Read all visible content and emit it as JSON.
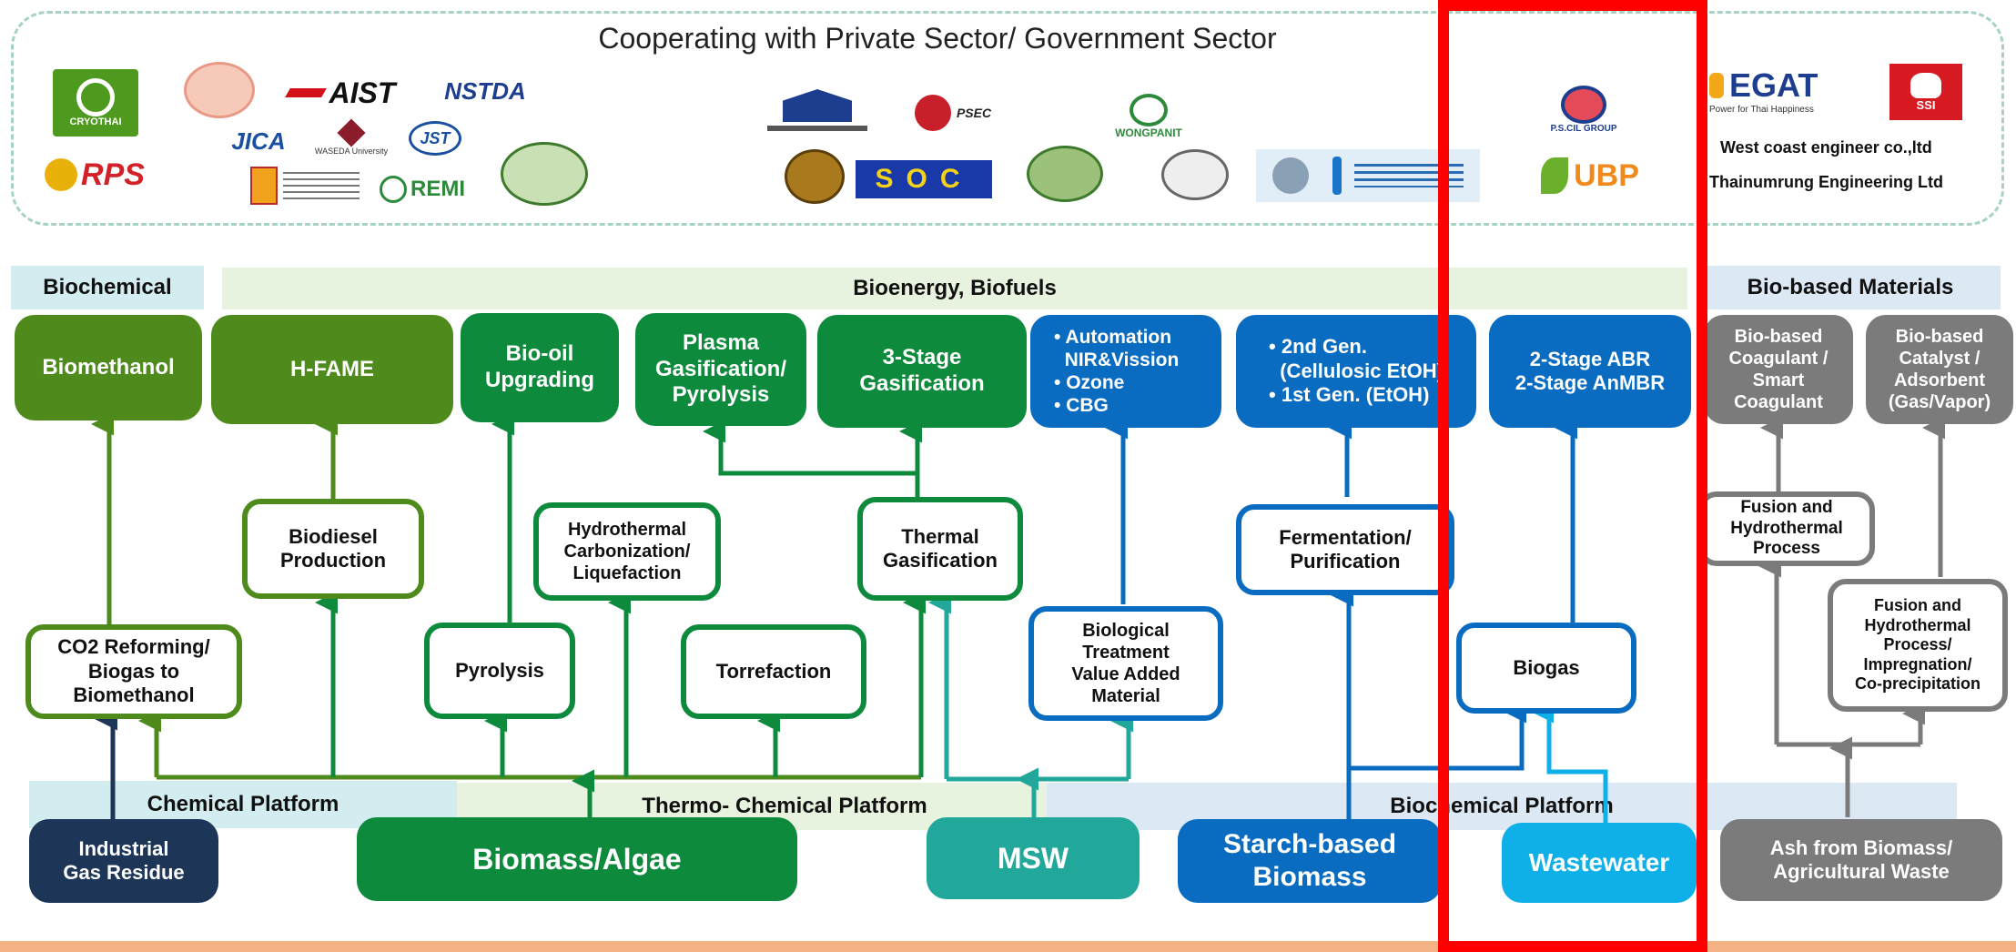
{
  "header": {
    "title": "Cooperating with Private Sector/ Government Sector",
    "logos": {
      "cryothai": "CRYOTHAI",
      "aist": "AIST",
      "nstda": "NSTDA",
      "jica": "JICA",
      "waseda": "WASEDA University",
      "jst": "JST",
      "rps": "RPS",
      "remi": "REMI",
      "psec": "PSEC",
      "wongpanit": "WONGPANIT",
      "soc": "SOC",
      "pscil": "P.S.CIL GROUP",
      "ubp": "UBP",
      "egat": "EGAT",
      "egat_sub": "Power for Thai Happiness",
      "ssi": "SSI",
      "westcoast": "West coast engineer co.,ltd",
      "thainumrung": "Thainumrung Engineering Ltd"
    }
  },
  "bands": {
    "biochemical": "Biochemical",
    "bioenergy": "Bioenergy, Biofuels",
    "biobased": "Bio-based Materials",
    "chemical_platform": "Chemical Platform",
    "thermo_platform": "Thermo- Chemical Platform",
    "biochemical_platform": "Biochemical Platform"
  },
  "products": {
    "biomethanol": "Biomethanol",
    "hfame": "H-FAME",
    "biooil": "Bio-oil\nUpgrading",
    "plasma": "Plasma\nGasification/\nPyrolysis",
    "stage3": "3-Stage\nGasification",
    "automation": [
      "Automation",
      "NIR&Vission",
      "Ozone",
      "CBG"
    ],
    "gen2": "2nd Gen.",
    "gen2_sub": "(Cellulosic EtOH)",
    "gen1": "1st Gen. (EtOH)",
    "abr": "2-Stage ABR\n2-Stage AnMBR",
    "coagulant": "Bio-based\nCoagulant /\nSmart\nCoagulant",
    "catalyst": "Bio-based\nCatalyst /\nAdsorbent\n(Gas/Vapor)"
  },
  "processes": {
    "co2": "CO2 Reforming/\nBiogas to\nBiomethanol",
    "biodiesel": "Biodiesel\nProduction",
    "hydrothermal": "Hydrothermal\nCarbonization/\nLiquefaction",
    "thermal": "Thermal\nGasification",
    "pyrolysis": "Pyrolysis",
    "torrefaction": "Torrefaction",
    "biological": "Biological\nTreatment\nValue Added\nMaterial",
    "fermentation": "Fermentation/\nPurification",
    "biogas": "Biogas",
    "fusion1": "Fusion and\nHydrothermal\nProcess",
    "fusion2": "Fusion and\nHydrothermal\nProcess/\nImpregnation/\nCo-precipitation"
  },
  "feedstocks": {
    "industrial": "Industrial\nGas Residue",
    "biomass": "Biomass/Algae",
    "msw": "MSW",
    "starch": "Starch-based\nBiomass",
    "wastewater": "Wastewater",
    "ash": "Ash from Biomass/\nAgricultural Waste"
  },
  "colors": {
    "dark_green": "#4e8a1c",
    "green": "#0d8a3c",
    "blue": "#0a6cc0",
    "light_blue": "#0fb0e8",
    "teal": "#22a89a",
    "navy": "#1d3557",
    "gray": "#7b7b7b",
    "highlight_red": "#ff0000"
  }
}
